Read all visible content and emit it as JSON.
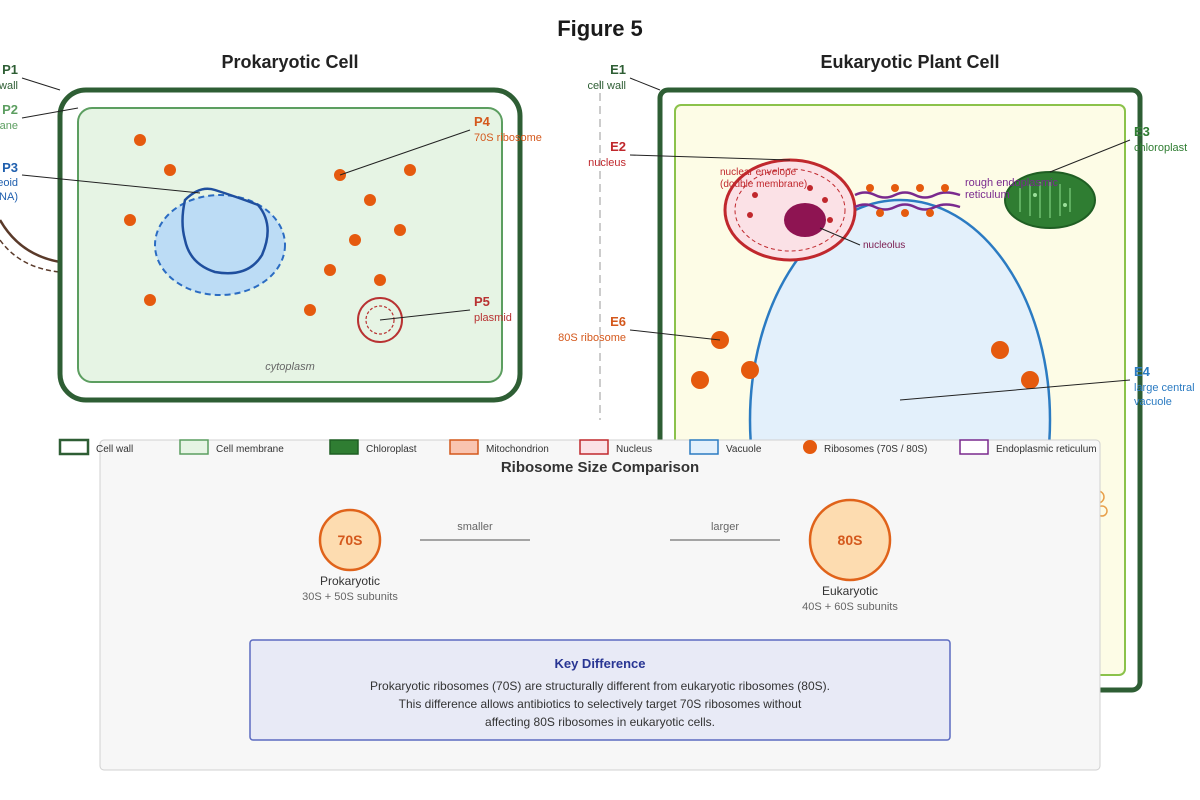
{
  "figure_title": "Figure 5",
  "prokaryote": {
    "title": "Prokaryotic Cell",
    "cytoplasm_label": "cytoplasm",
    "labels": [
      {
        "code": "P1",
        "name": "wall"
      },
      {
        "code": "P2",
        "name": "ane"
      },
      {
        "code": "P3",
        "name": "eoid",
        "name2": "NA)"
      },
      {
        "code": "P4",
        "name": "70S ribosome"
      },
      {
        "code": "P5",
        "name": "plasmid"
      }
    ]
  },
  "eukaryote": {
    "title": "Eukaryotic Plant Cell",
    "labels": [
      {
        "code": "E1",
        "name": "cell wall"
      },
      {
        "code": "E2",
        "name": "nucleus"
      },
      {
        "code": "E3",
        "name": "chloroplast"
      },
      {
        "code": "E4",
        "name": "large central",
        "name2": "vacuole"
      },
      {
        "code": "E6",
        "name": "80S ribosome"
      }
    ],
    "nuclear_envelope": "nuclear envelope",
    "nuclear_envelope2": "(double membrane)",
    "nucleolus": "nucleolus",
    "rough_er": "rough endoplasmic",
    "rough_er2": "reticulum",
    "partial_text": "s"
  },
  "legend": [
    {
      "label": "Cell wall"
    },
    {
      "label": "Cell membrane"
    },
    {
      "label": "Chloroplast"
    },
    {
      "label": "Mitochondrion"
    },
    {
      "label": "Nucleus"
    },
    {
      "label": "Vacuole"
    },
    {
      "label": "Ribosomes (70S / 80S)"
    },
    {
      "label": "Endoplasmic reticulum"
    }
  ],
  "comparison": {
    "title": "Ribosome Size Comparison",
    "left_circle": "70S",
    "left_name": "Prokaryotic",
    "left_sub": "30S + 50S subunits",
    "smaller": "smaller",
    "larger": "larger",
    "right_circle": "80S",
    "right_name": "Eukaryotic",
    "right_sub": "40S + 60S subunits",
    "key_title": "Key Difference",
    "key_line1": "Prokaryotic ribosomes (70S) are structurally different from eukaryotic ribosomes (80S).",
    "key_line2": "This difference allows antibiotics to selectively target 70S ribosomes without",
    "key_line3": "affecting 80S ribosomes in eukaryotic cells."
  },
  "colors": {
    "wall": "#2e5e34",
    "membrane": "#5c9e60",
    "cytoplasm_fill": "#e6f4e4",
    "ribosome": "#e55a0e",
    "nucleoid": "#1f4f9e",
    "plasmid": "#b83232",
    "plant_fill": "#fdfce6",
    "vacuole": "#2b7bc2",
    "nucleus": "#c0282d",
    "er": "#7a2a8e",
    "chloroplast": "#2f7d32"
  }
}
